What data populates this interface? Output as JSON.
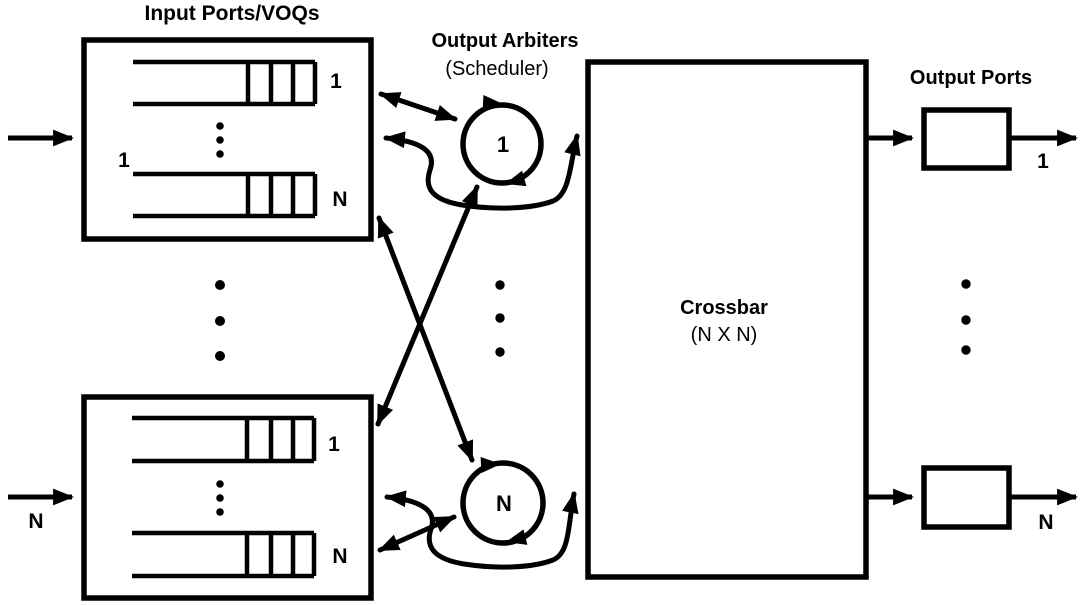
{
  "figure": {
    "background_color": "#ffffff",
    "ink_color": "#000000",
    "titles": {
      "input_ports": "Input Ports/VOQs",
      "output_arbiters": "Output Arbiters",
      "output_arbiters_sub": "(Scheduler)",
      "crossbar": "Crossbar",
      "crossbar_sub": "(N X N)",
      "output_ports": "Output Ports"
    },
    "input_ports": [
      {
        "port_label": "1",
        "voq_labels": [
          "1",
          "N"
        ]
      },
      {
        "port_label": "N",
        "voq_labels": [
          "1",
          "N"
        ]
      }
    ],
    "arbiters": [
      {
        "label": "1"
      },
      {
        "label": "N"
      }
    ],
    "output_ports": [
      {
        "label": "1"
      },
      {
        "label": "N"
      }
    ]
  }
}
